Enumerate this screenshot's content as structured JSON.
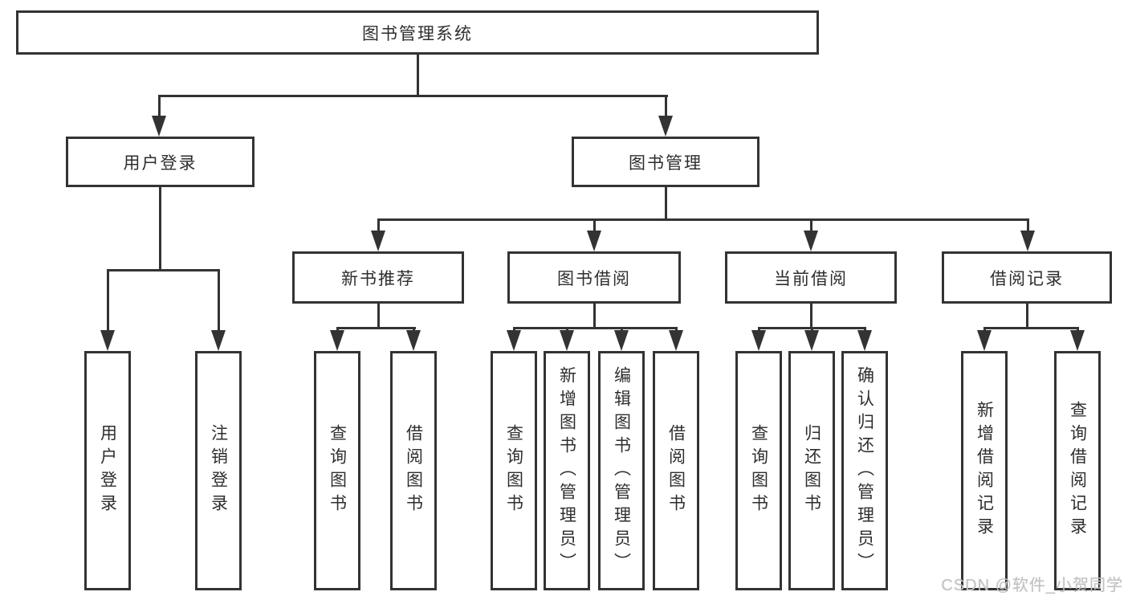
{
  "colors": {
    "line": "#333333",
    "box_border": "#333333",
    "box_fill": "#ffffff",
    "text": "#2e2e2e",
    "watermark": "#c3c3c3"
  },
  "nodes": {
    "root": {
      "label": "图书管理系统"
    },
    "user_login": {
      "label": "用户登录"
    },
    "book_mgmt": {
      "label": "图书管理"
    },
    "new_book_rec": {
      "label": "新书推荐"
    },
    "book_borrow": {
      "label": "图书借阅"
    },
    "current_borrow": {
      "label": "当前借阅"
    },
    "borrow_records": {
      "label": "借阅记录"
    },
    "leaf_user_login": {
      "label": "用户登录"
    },
    "leaf_logout": {
      "label": "注销登录"
    },
    "leaf_query_book_1": {
      "label": "查询图书"
    },
    "leaf_borrow_book_1": {
      "label": "借阅图书"
    },
    "leaf_query_book_2": {
      "label": "查询图书"
    },
    "leaf_add_book": {
      "label": "新增图书（管理员）"
    },
    "leaf_edit_book": {
      "label": "编辑图书（管理员）"
    },
    "leaf_borrow_book_2": {
      "label": "借阅图书"
    },
    "leaf_query_book_3": {
      "label": "查询图书"
    },
    "leaf_return_book": {
      "label": "归还图书"
    },
    "leaf_confirm_return": {
      "label": "确认归还（管理员）"
    },
    "leaf_add_borrow_record": {
      "label": "新增借阅记录"
    },
    "leaf_query_borrow_record": {
      "label": "查询借阅记录"
    }
  },
  "watermark": {
    "text": "CSDN @软件_小贺同学"
  }
}
